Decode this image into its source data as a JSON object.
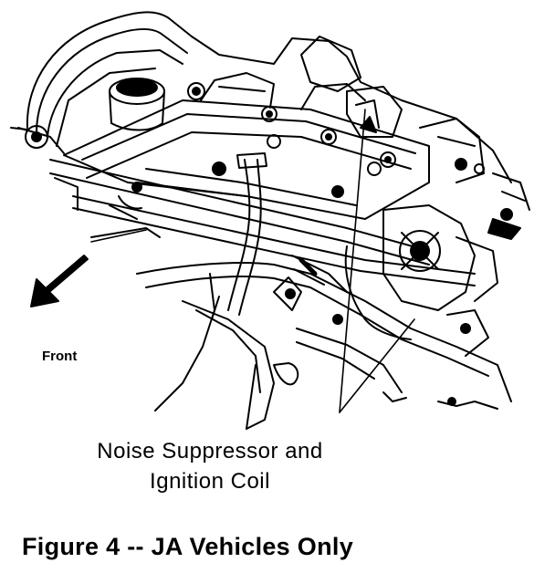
{
  "figure": {
    "front_label": "Front",
    "callout_line1": "Noise Suppressor and",
    "callout_line2": "Ignition Coil",
    "caption": "Figure 4 -- JA Vehicles Only"
  },
  "colors": {
    "ink": "#000000",
    "paper": "#ffffff"
  }
}
